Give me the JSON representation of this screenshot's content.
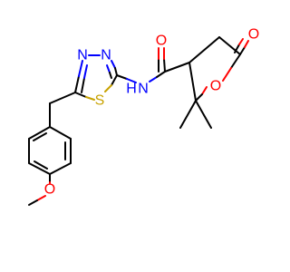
{
  "colors": {
    "carbon": "#000000",
    "oxygen": "#ff0000",
    "nitrogen": "#0000ff",
    "sulfur": "#c8a200",
    "background": "#ffffff"
  },
  "atoms": {
    "o_carbonyl_amide": "O",
    "n_amide": "N",
    "h_amide": "H",
    "o_carbonyl_lactone": "O",
    "o_ring_lactone": "O",
    "n_thiadiazole_1": "N",
    "n_thiadiazole_2": "N",
    "s_thiadiazole": "S",
    "o_methoxy": "O"
  }
}
